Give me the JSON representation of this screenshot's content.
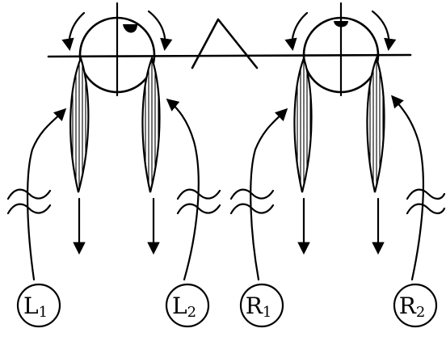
{
  "nodes": [
    {
      "id": "L1",
      "letter": "L",
      "sub": "1"
    },
    {
      "id": "L2",
      "letter": "L",
      "sub": "2"
    },
    {
      "id": "R1",
      "letter": "R",
      "sub": "1"
    },
    {
      "id": "R2",
      "letter": "R",
      "sub": "2"
    }
  ],
  "colors": {
    "ink": "#000000",
    "paper": "#ffffff"
  }
}
